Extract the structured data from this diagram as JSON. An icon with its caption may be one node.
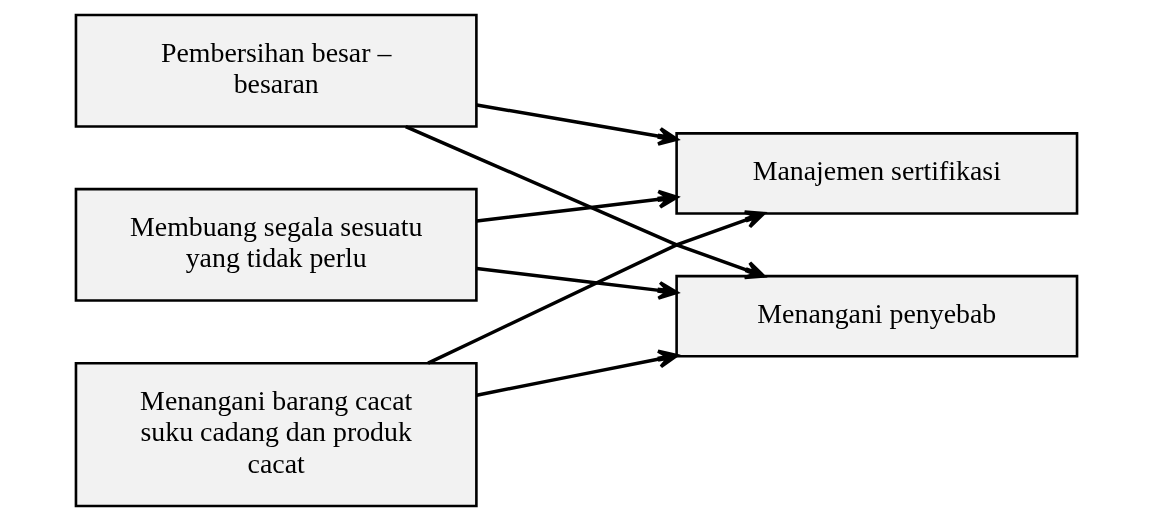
{
  "diagram": {
    "nodes": [
      {
        "text": [
          "Pembersihan besar – besaran"
        ]
      },
      {
        "text": [
          "Membuang segala sesuatu yang tidak perlu"
        ]
      },
      {
        "text": [
          "Menangani barang cacat suku cadang dan produk cacat"
        ]
      },
      {
        "text": [
          "Manajemen sertifikasi"
        ]
      },
      {
        "text": [
          "Menangani penyebab"
        ]
      }
    ],
    "edges": [
      {
        "from": 0,
        "to": 3,
        "arrow": "to"
      },
      {
        "from": 0,
        "to": 4,
        "arrow": "to"
      },
      {
        "from": 1,
        "to": 3,
        "arrow": "to"
      },
      {
        "from": 1,
        "to": 4,
        "arrow": "to"
      },
      {
        "from": 2,
        "to": 3,
        "arrow": "to"
      },
      {
        "from": 2,
        "to": 4,
        "arrow": "to"
      }
    ]
  }
}
